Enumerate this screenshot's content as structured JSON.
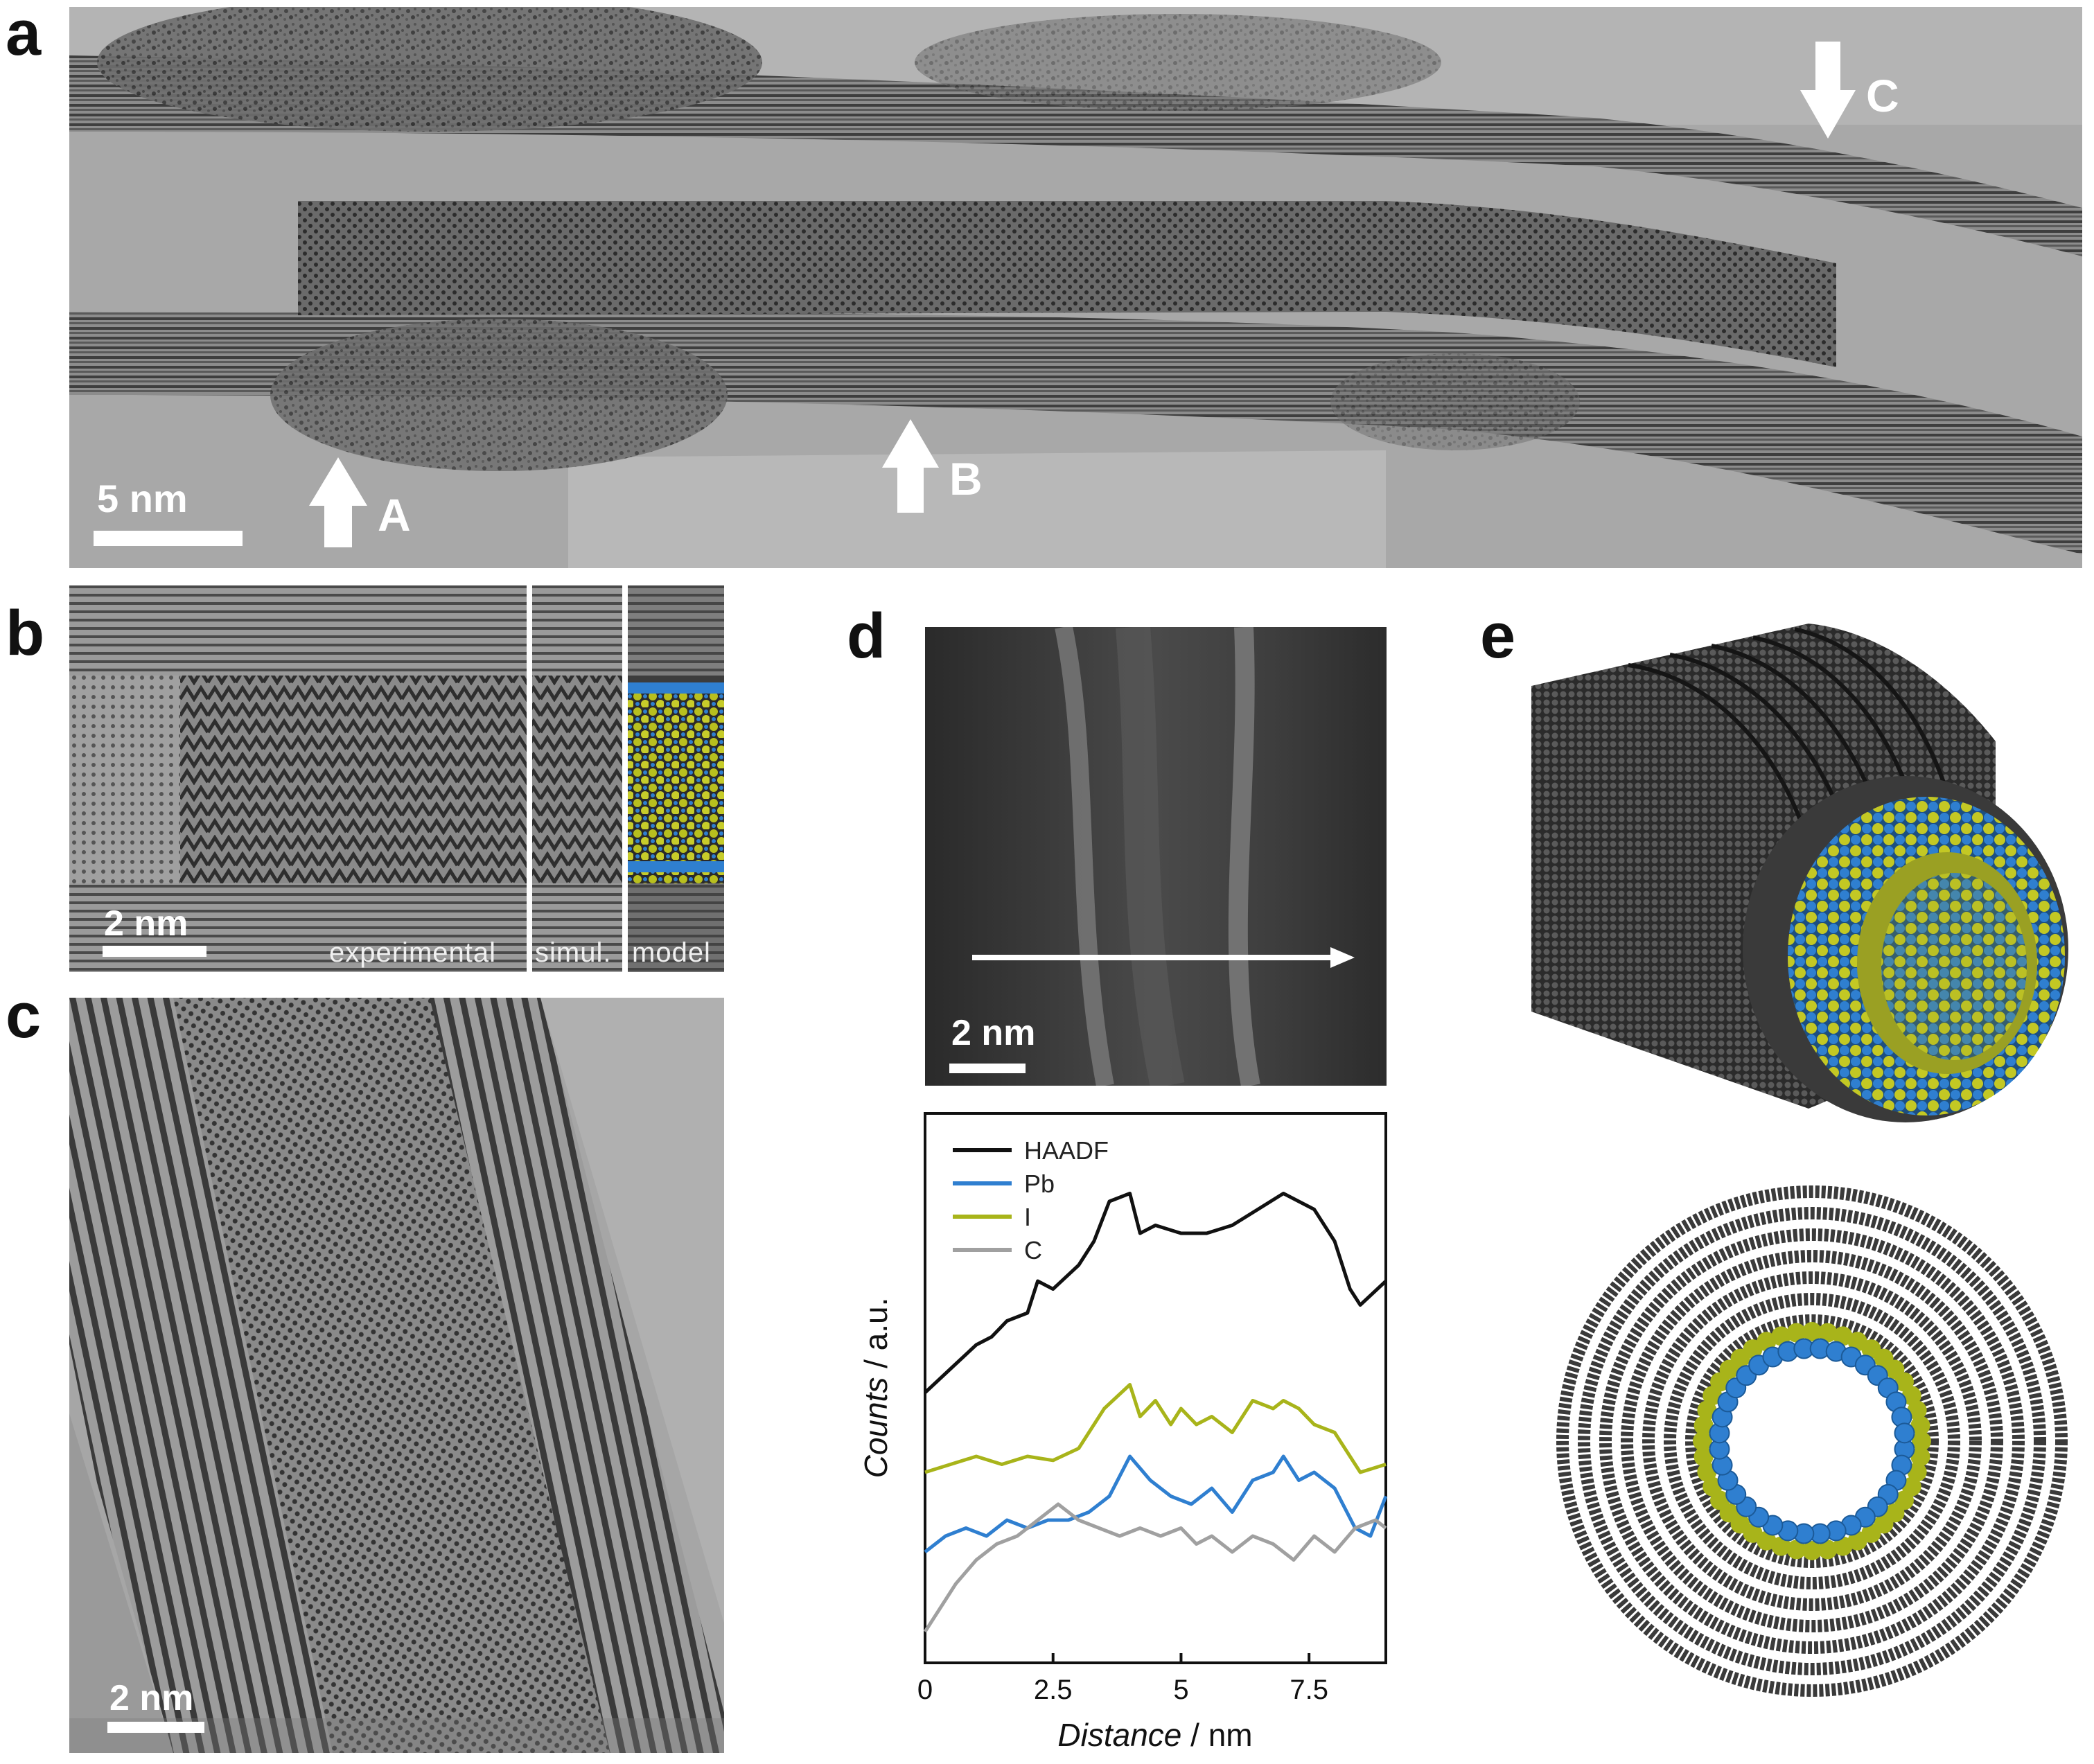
{
  "figure": {
    "panel_labels": {
      "a": "a",
      "b": "b",
      "c": "c",
      "d": "d",
      "e": "e"
    },
    "panel_a": {
      "scalebar": "5 nm",
      "arrows": [
        {
          "label": "A",
          "direction": "up"
        },
        {
          "label": "B",
          "direction": "up"
        },
        {
          "label": "C",
          "direction": "down"
        }
      ]
    },
    "panel_b": {
      "scalebar": "2 nm",
      "sub_labels": {
        "experimental": "experimental",
        "simul": "simul.",
        "model": "model"
      }
    },
    "panel_c": {
      "scalebar": "2 nm"
    },
    "panel_d": {
      "scalebar": "2 nm"
    },
    "colors": {
      "HAADF": "#111111",
      "Pb": "#2f7fd0",
      "I": "#a8b41a",
      "C": "#a0a0a0",
      "carbon_atoms": "#3a3a3a"
    }
  },
  "chart_data": {
    "type": "line",
    "xlabel_italic": "Distance",
    "xlabel_unit": " / nm",
    "ylabel_italic": "Counts",
    "ylabel_unit": " / a.u.",
    "xlim": [
      0,
      9
    ],
    "xticks": [
      0,
      2.5,
      5,
      7.5
    ],
    "xtick_labels": [
      "0",
      "2.5",
      "5",
      "7.5"
    ],
    "legend_position": "top-left",
    "series": [
      {
        "name": "HAADF",
        "color": "#111111",
        "offset": 3.0,
        "x": [
          0,
          0.5,
          1,
          1.3,
          1.6,
          2,
          2.2,
          2.5,
          3,
          3.3,
          3.6,
          4,
          4.2,
          4.5,
          5,
          5.5,
          6,
          6.5,
          7,
          7.3,
          7.6,
          8,
          8.3,
          8.5,
          9
        ],
        "y": [
          0.0,
          0.3,
          0.6,
          0.7,
          0.9,
          1.0,
          1.4,
          1.3,
          1.6,
          1.9,
          2.4,
          2.5,
          2.0,
          2.1,
          2.0,
          2.0,
          2.1,
          2.3,
          2.5,
          2.4,
          2.3,
          1.9,
          1.3,
          1.1,
          1.4
        ]
      },
      {
        "name": "I",
        "color": "#a8b41a",
        "offset": 2.0,
        "x": [
          0,
          0.5,
          1,
          1.5,
          2,
          2.5,
          3,
          3.5,
          4,
          4.2,
          4.5,
          4.8,
          5,
          5.3,
          5.6,
          6,
          6.4,
          6.8,
          7,
          7.3,
          7.6,
          8,
          8.5,
          9
        ],
        "y": [
          0.0,
          0.1,
          0.2,
          0.1,
          0.2,
          0.15,
          0.3,
          0.8,
          1.1,
          0.7,
          0.9,
          0.6,
          0.8,
          0.6,
          0.7,
          0.5,
          0.9,
          0.8,
          0.9,
          0.8,
          0.6,
          0.5,
          0.0,
          0.1
        ]
      },
      {
        "name": "Pb",
        "color": "#2f7fd0",
        "offset": 1.0,
        "x": [
          0,
          0.4,
          0.8,
          1.2,
          1.6,
          2,
          2.4,
          2.8,
          3.2,
          3.6,
          4,
          4.4,
          4.8,
          5.2,
          5.6,
          6,
          6.4,
          6.8,
          7,
          7.3,
          7.6,
          8,
          8.4,
          8.7,
          9
        ],
        "y": [
          0.0,
          0.2,
          0.3,
          0.2,
          0.4,
          0.3,
          0.4,
          0.4,
          0.5,
          0.7,
          1.2,
          0.9,
          0.7,
          0.6,
          0.8,
          0.5,
          0.9,
          1.0,
          1.2,
          0.9,
          1.0,
          0.8,
          0.3,
          0.2,
          0.7
        ]
      },
      {
        "name": "C",
        "color": "#a0a0a0",
        "offset": 0.0,
        "x": [
          0,
          0.3,
          0.6,
          1,
          1.4,
          1.8,
          2.2,
          2.6,
          3,
          3.4,
          3.8,
          4.2,
          4.6,
          5,
          5.3,
          5.6,
          6,
          6.4,
          6.8,
          7.2,
          7.6,
          8,
          8.4,
          8.8,
          9
        ],
        "y": [
          0.0,
          0.3,
          0.6,
          0.9,
          1.1,
          1.2,
          1.4,
          1.6,
          1.4,
          1.3,
          1.2,
          1.3,
          1.2,
          1.3,
          1.1,
          1.2,
          1.0,
          1.2,
          1.1,
          0.9,
          1.2,
          1.0,
          1.3,
          1.4,
          1.3
        ]
      }
    ]
  }
}
